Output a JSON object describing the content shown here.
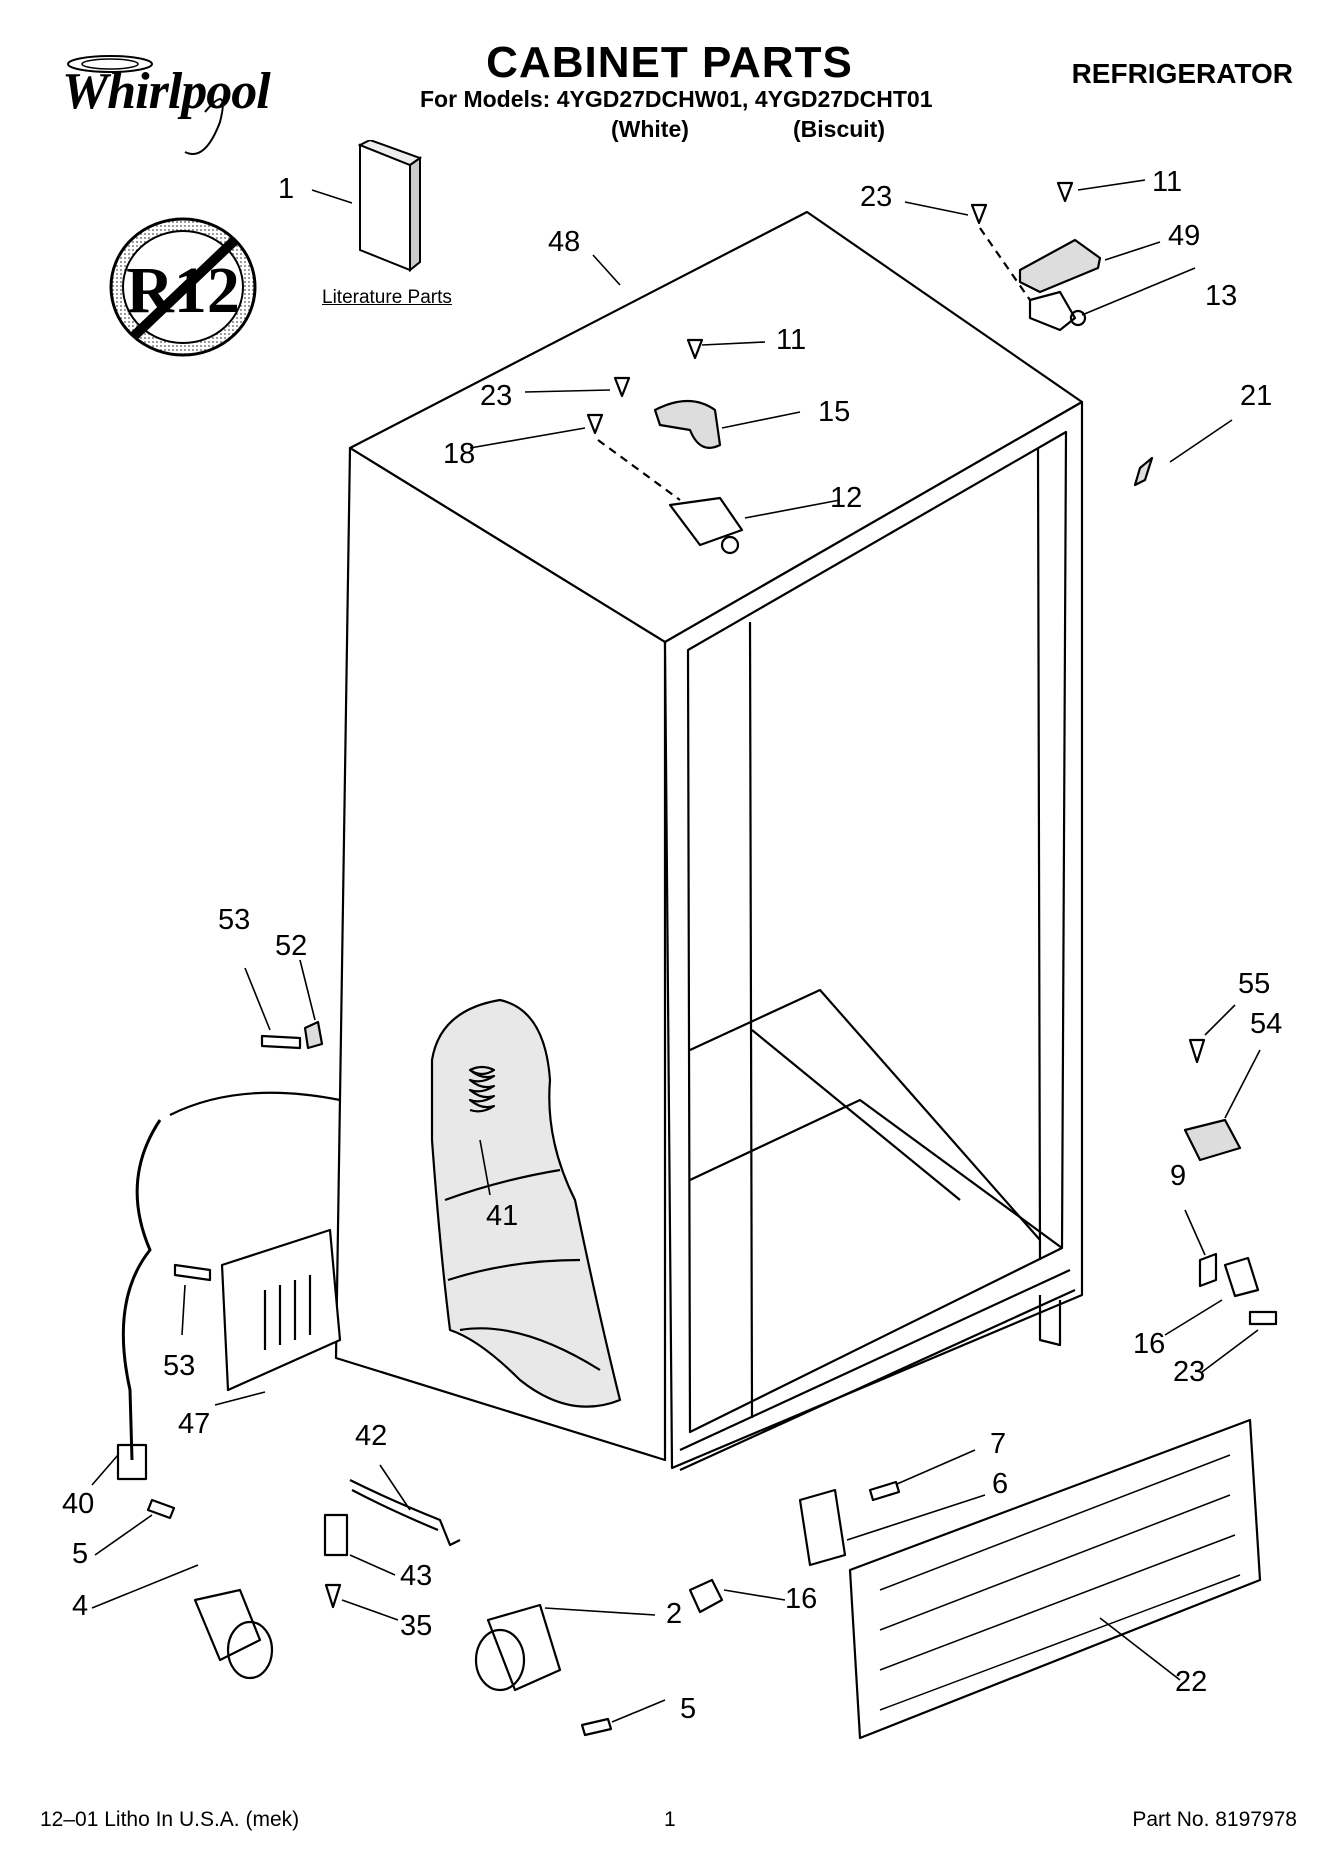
{
  "brand": "Whirlpool",
  "badge": "R12",
  "title": "CABINET PARTS",
  "category": "REFRIGERATOR",
  "models_line": "For Models: 4YGD27DCHW01, 4YGD27DCHT01",
  "variant_white": "(White)",
  "variant_biscuit": "(Biscuit)",
  "literature_label": "Literature Parts",
  "footer": {
    "left": "12–01 Litho In U.S.A. (mek)",
    "center": "1",
    "right": "Part No. 8197978"
  },
  "callouts": [
    "1",
    "48",
    "23",
    "11",
    "49",
    "13",
    "11",
    "23",
    "15",
    "18",
    "12",
    "21",
    "53",
    "52",
    "55",
    "54",
    "41",
    "9",
    "53",
    "47",
    "16",
    "23",
    "40",
    "42",
    "7",
    "6",
    "5",
    "43",
    "4",
    "35",
    "2",
    "16",
    "5",
    "22"
  ],
  "colors": {
    "line": "#000000",
    "fill": "#ffffff",
    "shade": "#d9d9d9"
  }
}
